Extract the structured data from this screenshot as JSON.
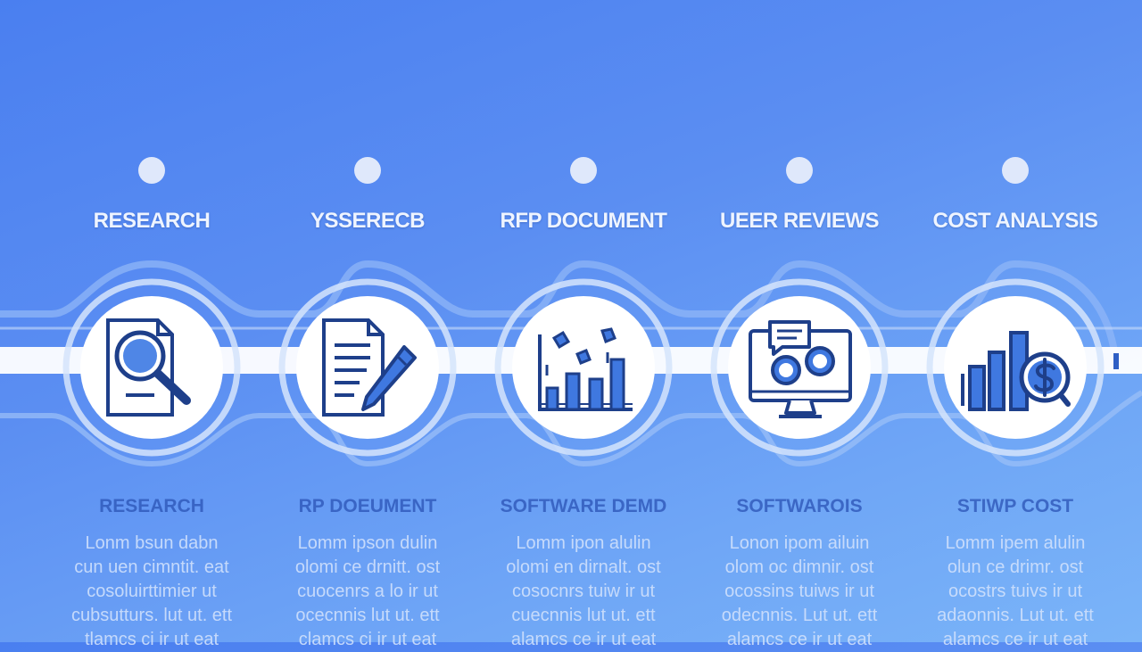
{
  "colors": {
    "background_start": "#4a7ff0",
    "background_end": "#7ab4f8",
    "icon_stroke": "#1e3f8a",
    "icon_fill": "#3f78e0",
    "badge": "#ffffff",
    "track": "#ffffff"
  },
  "steps": [
    {
      "top_label": "RESEARCH",
      "icon": "magnifier-document-icon",
      "bottom_label": "RESEARCH",
      "description": [
        "Lonm bsun dabn",
        "cun uen cimntit. eat",
        "cosoluirttimier ut",
        "cubsutturs. lut ut. ett",
        "tlamcs ci ir ut eat"
      ]
    },
    {
      "top_label": "YSSERECB",
      "icon": "document-pen-icon",
      "bottom_label": "RP DOEUMENT",
      "description": [
        "Lomm ipson dulin",
        "olomi ce drnitt. ost",
        "cuocenrs a lo ir ut",
        "ocecnnis lut ut. ett",
        "clamcs ci ir ut eat"
      ]
    },
    {
      "top_label": "RFP DOCUMENT",
      "icon": "chart-icon",
      "bottom_label": "SOFTWARE DEMD",
      "description": [
        "Lomm ipon alulin",
        "olomi en dirnalt. ost",
        "cosocnrs tuiw ir ut",
        "cuecnnis lut ut. ett",
        "alamcs ce ir ut eat"
      ]
    },
    {
      "top_label": "UEER REVIEWS",
      "icon": "monitor-chat-icon",
      "bottom_label": "SOFTWAROIS",
      "description": [
        "Lonon ipom ailuin",
        "olom oc dimnir. ost",
        "ocossins tuiws ir ut",
        "odecnnis. Lut ut. ett",
        "alamcs ce ir ut eat"
      ]
    },
    {
      "top_label": "COST ANALYSIS",
      "icon": "bars-dollar-icon",
      "bottom_label": "STIWP COST",
      "description": [
        "Lomm ipem alulin",
        "olun ce drimr. ost",
        "ocostrs tuivs ir ut",
        "adaonnis. Lut ut. ett",
        "alamcs ce ir ut eat"
      ]
    }
  ]
}
